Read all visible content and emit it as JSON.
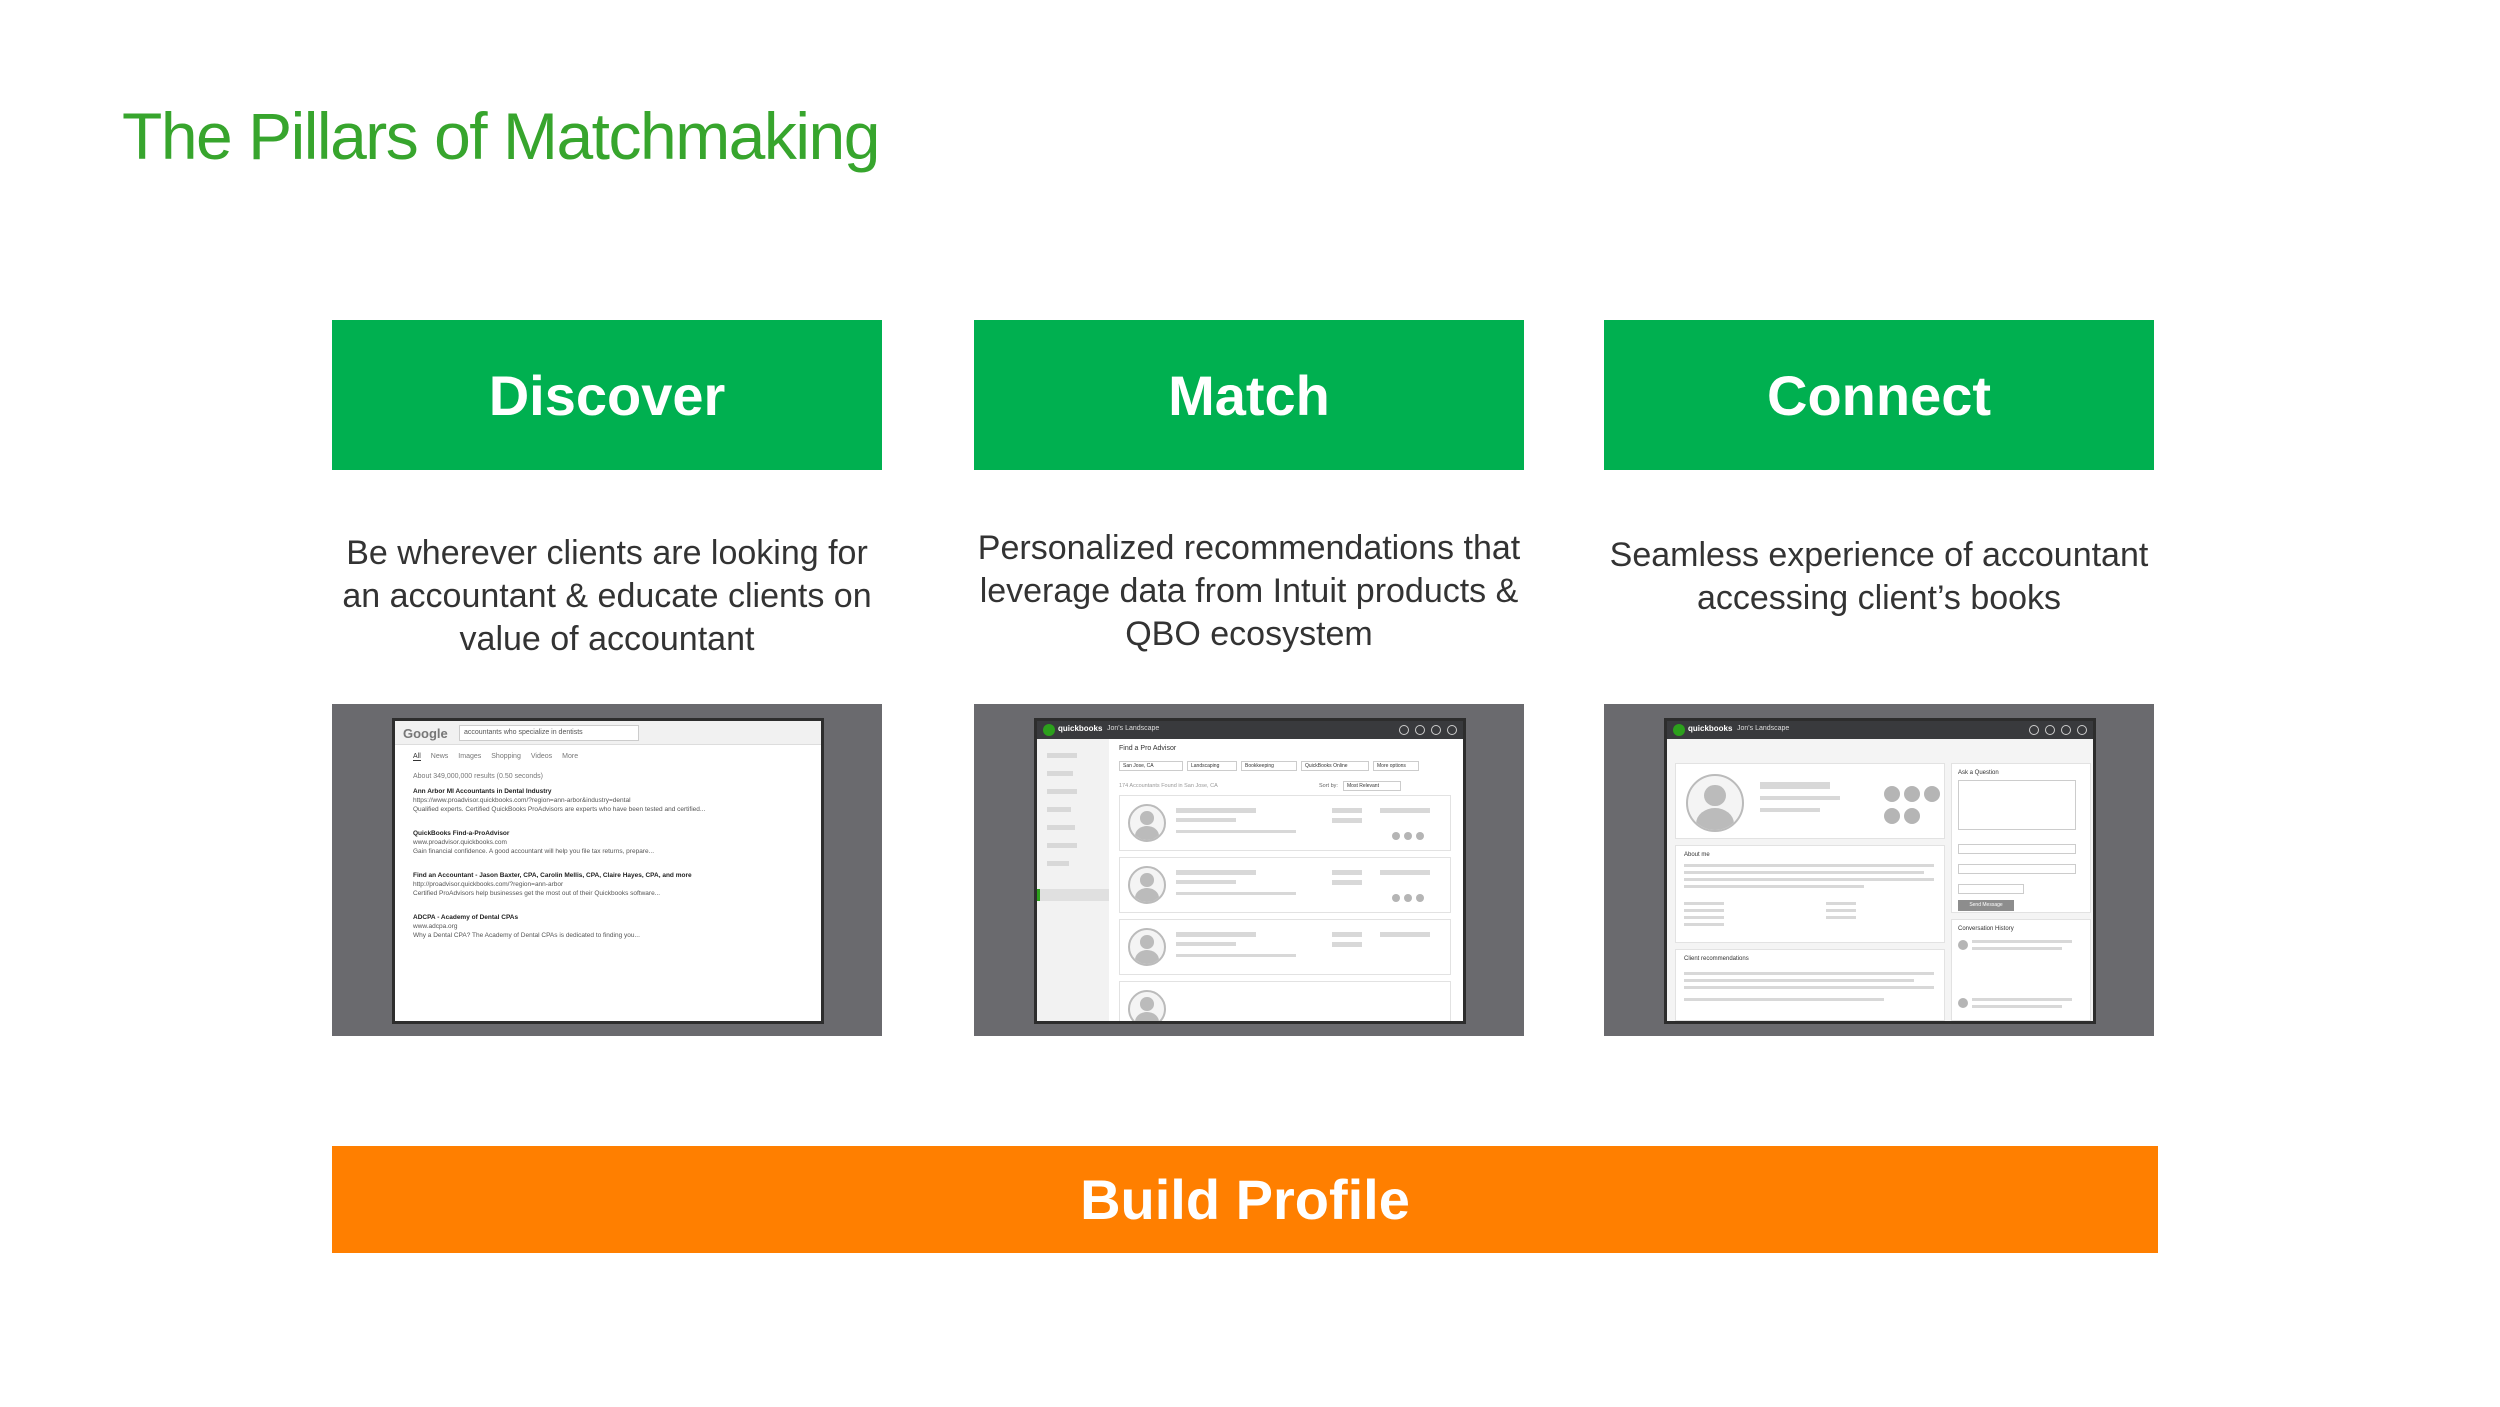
{
  "title": "The Pillars of Matchmaking",
  "pillars": [
    {
      "name": "Discover",
      "description": "Be wherever clients are looking for an accountant & educate clients on value of accountant"
    },
    {
      "name": "Match",
      "description": "Personalized recommendations that leverage data from Intuit products & QBO ecosystem"
    },
    {
      "name": "Connect",
      "description": "Seamless experience of accountant accessing client’s books"
    }
  ],
  "foundation": "Build Profile",
  "mock_google": {
    "logo": "Google",
    "query": "accountants who specialize in dentists",
    "tabs": [
      "All",
      "News",
      "Images",
      "Shopping",
      "Videos",
      "More"
    ],
    "result_count": "About 349,000,000 results (0.50 seconds)",
    "results": [
      {
        "title": "Ann Arbor MI Accountants in Dental Industry",
        "url": "https://www.proadvisor.quickbooks.com/?region=ann-arbor&industry=dental",
        "snippet": "Qualified experts. Certified QuickBooks ProAdvisors are experts who have been tested and certified..."
      },
      {
        "title": "QuickBooks Find-a-ProAdvisor",
        "url": "www.proadvisor.quickbooks.com",
        "snippet": "Gain financial confidence. A good accountant will help you file tax returns, prepare..."
      },
      {
        "title": "Find an Accountant - Jason Baxter, CPA, Carolin Mellis, CPA, Claire Hayes, CPA, and more",
        "url": "http://proadvisor.quickbooks.com/?region=ann-arbor",
        "snippet": "Certified ProAdvisors help businesses get the most out of their Quickbooks software..."
      },
      {
        "title": "ADCPA - Academy of Dental CPAs",
        "url": "www.adcpa.org",
        "snippet": "Why a Dental CPA? The Academy of Dental CPAs is dedicated to finding you..."
      }
    ]
  },
  "mock_match": {
    "brand": "quickbooks",
    "company": "Jon's Landscape",
    "heading": "Find a Pro Advisor",
    "filters": [
      "San Jose, CA",
      "Landscaping",
      "Bookkeeping",
      "QuickBooks Online",
      "More options"
    ],
    "results_label": "174 Accountants Found in San Jose, CA",
    "sort_label": "Sort by:",
    "sort_value": "Most Relevant"
  },
  "mock_connect": {
    "brand": "quickbooks",
    "company": "Jon's Landscape",
    "ask_heading": "Ask a Question",
    "send_label": "Send Message",
    "about_heading": "About me",
    "recs_heading": "Client recommendations",
    "history_heading": "Conversation History"
  }
}
